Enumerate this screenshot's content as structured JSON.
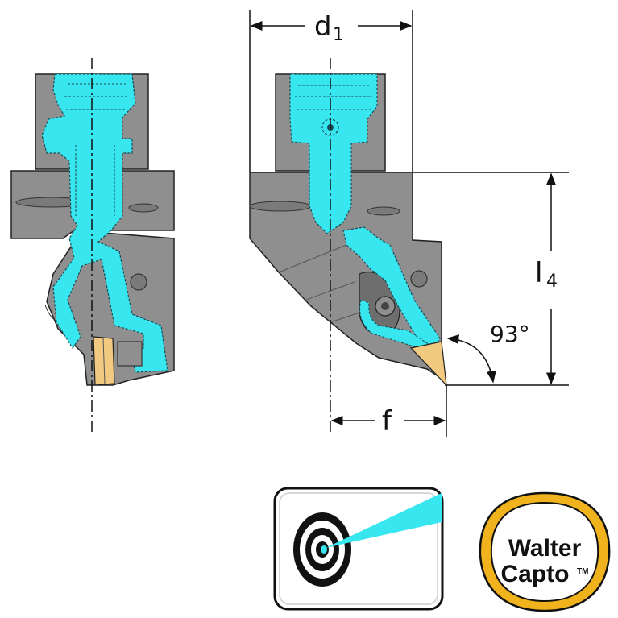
{
  "dimensions": {
    "d": "d",
    "d_sub": "1",
    "l": "l",
    "l_sub": "4",
    "f": "f",
    "angle": "93°"
  },
  "logo": {
    "line1": "Walter",
    "line2": "Capto",
    "tm": "TM"
  },
  "icons": {
    "coolant": "coolant-target-icon"
  },
  "colors": {
    "body": "#8f8f8f",
    "body_dark": "#6e6e6e",
    "coolant": "#37e6ef",
    "insert": "#f2c981",
    "logo_ring": "#f0b31e"
  }
}
